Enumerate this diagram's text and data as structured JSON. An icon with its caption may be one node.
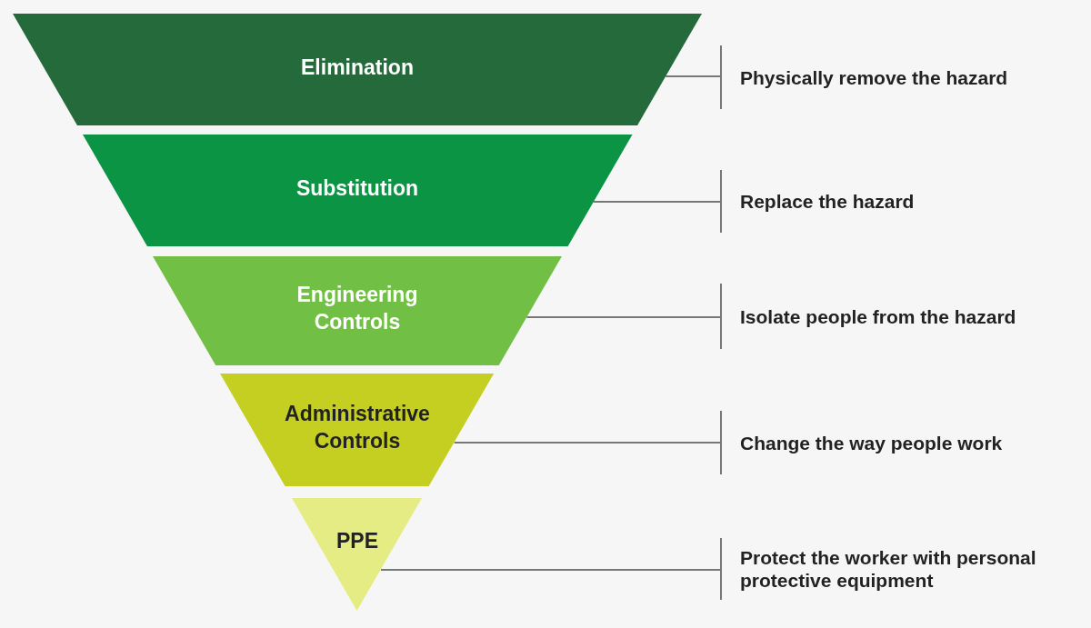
{
  "diagram": {
    "nodes": [
      {
        "text": [
          "Elimination"
        ]
      },
      {
        "text": [
          "Substitution"
        ]
      },
      {
        "text": [
          "Engineering Controls"
        ]
      },
      {
        "text": [
          "Administrative Controls"
        ]
      },
      {
        "text": [
          "PPE"
        ]
      },
      {
        "text": [
          "Physically remove the hazard"
        ]
      },
      {
        "text": [
          "Replace the hazard"
        ]
      },
      {
        "text": [
          "Isolate people from the hazard"
        ]
      },
      {
        "text": [
          "Change the way people work"
        ]
      },
      {
        "text": [
          "Protect the worker with personal protective equipment"
        ]
      }
    ],
    "edges": [
      {
        "from": 0,
        "to": 5,
        "arrow": "none"
      },
      {
        "from": 1,
        "to": 6,
        "arrow": "none"
      },
      {
        "from": 2,
        "to": 7,
        "arrow": "none"
      },
      {
        "from": 3,
        "to": 8,
        "arrow": "none"
      },
      {
        "from": 4,
        "to": 9,
        "arrow": "none"
      }
    ]
  }
}
